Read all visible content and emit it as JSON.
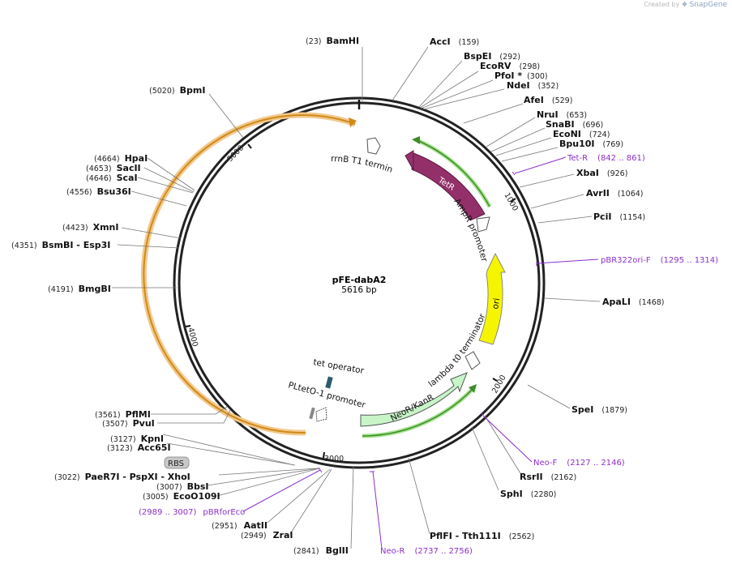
{
  "watermark": {
    "created_by": "Created by",
    "brand": "SnapGene"
  },
  "plasmid": {
    "name": "pFE-dabA2",
    "length_label": "5616 bp",
    "length": 5616
  },
  "ticks": [
    "1000",
    "2000",
    "3000",
    "4000",
    "5000"
  ],
  "colors": {
    "primer": "#8b2fc9",
    "tetR": "#93306a",
    "ori": "#f5f500",
    "neo": "#c8f5c8",
    "bla_outline": "#e8a535",
    "green_outline": "#3d8c2a"
  },
  "enzymes": [
    {
      "name": "BamHI",
      "pos": "(23)"
    },
    {
      "name": "AccI",
      "pos": "(159)"
    },
    {
      "name": "BspEI",
      "pos": "(292)"
    },
    {
      "name": "EcoRV",
      "pos": "(298)"
    },
    {
      "name": "PfoI *",
      "pos": "(300)"
    },
    {
      "name": "NdeI",
      "pos": "(352)"
    },
    {
      "name": "AfeI",
      "pos": "(529)"
    },
    {
      "name": "NruI",
      "pos": "(653)"
    },
    {
      "name": "SnaBI",
      "pos": "(696)"
    },
    {
      "name": "EcoNI",
      "pos": "(724)"
    },
    {
      "name": "Bpu10I",
      "pos": "(769)"
    },
    {
      "name": "XbaI",
      "pos": "(926)"
    },
    {
      "name": "AvrII",
      "pos": "(1064)"
    },
    {
      "name": "PciI",
      "pos": "(1154)"
    },
    {
      "name": "ApaLI",
      "pos": "(1468)"
    },
    {
      "name": "SpeI",
      "pos": "(1879)"
    },
    {
      "name": "RsrII",
      "pos": "(2162)"
    },
    {
      "name": "SphI",
      "pos": "(2280)"
    },
    {
      "name": "PflFI  - Tth111I",
      "pos": "(2562)"
    },
    {
      "name": "BglII",
      "pos": "(2841)"
    },
    {
      "name": "ZraI",
      "pos": "(2949)"
    },
    {
      "name": "AatII",
      "pos": "(2951)"
    },
    {
      "name": "EcoO109I",
      "pos": "(3005)"
    },
    {
      "name": "BbsI",
      "pos": "(3007)"
    },
    {
      "name": "PaeR7I  - PspXI  - XhoI",
      "pos": "(3022)"
    },
    {
      "name": "Acc65I",
      "pos": "(3123)"
    },
    {
      "name": "KpnI",
      "pos": "(3127)"
    },
    {
      "name": "PvuI",
      "pos": "(3507)"
    },
    {
      "name": "PflMI",
      "pos": "(3561)"
    },
    {
      "name": "BmgBI",
      "pos": "(4191)"
    },
    {
      "name": "BsmBI  - Esp3I",
      "pos": "(4351)"
    },
    {
      "name": "XmnI",
      "pos": "(4423)"
    },
    {
      "name": "Bsu36I",
      "pos": "(4556)"
    },
    {
      "name": "ScaI",
      "pos": "(4646)"
    },
    {
      "name": "SacII",
      "pos": "(4653)"
    },
    {
      "name": "HpaI",
      "pos": "(4664)"
    },
    {
      "name": "BpmI",
      "pos": "(5020)"
    }
  ],
  "primers": [
    {
      "name": "Tet-R",
      "range": "(842 .. 861)"
    },
    {
      "name": "pBR322ori-F",
      "range": "(1295 .. 1314)"
    },
    {
      "name": "Neo-F",
      "range": "(2127 .. 2146)"
    },
    {
      "name": "Neo-R",
      "range": "(2737 .. 2756)"
    },
    {
      "name": "pBRforEco",
      "range": "(2989 .. 3007)"
    }
  ],
  "features": {
    "tetR": "TetR",
    "ampr_promoter": "AmpR promoter",
    "rrnb": "rrnB T1 terminator",
    "ori": "ori",
    "lambda": "lambda t0 terminator",
    "neo": "NeoR/KanR",
    "tet_operator": "tet operator",
    "pltet": "PLtetO-1 promoter",
    "rbs": "RBS"
  }
}
